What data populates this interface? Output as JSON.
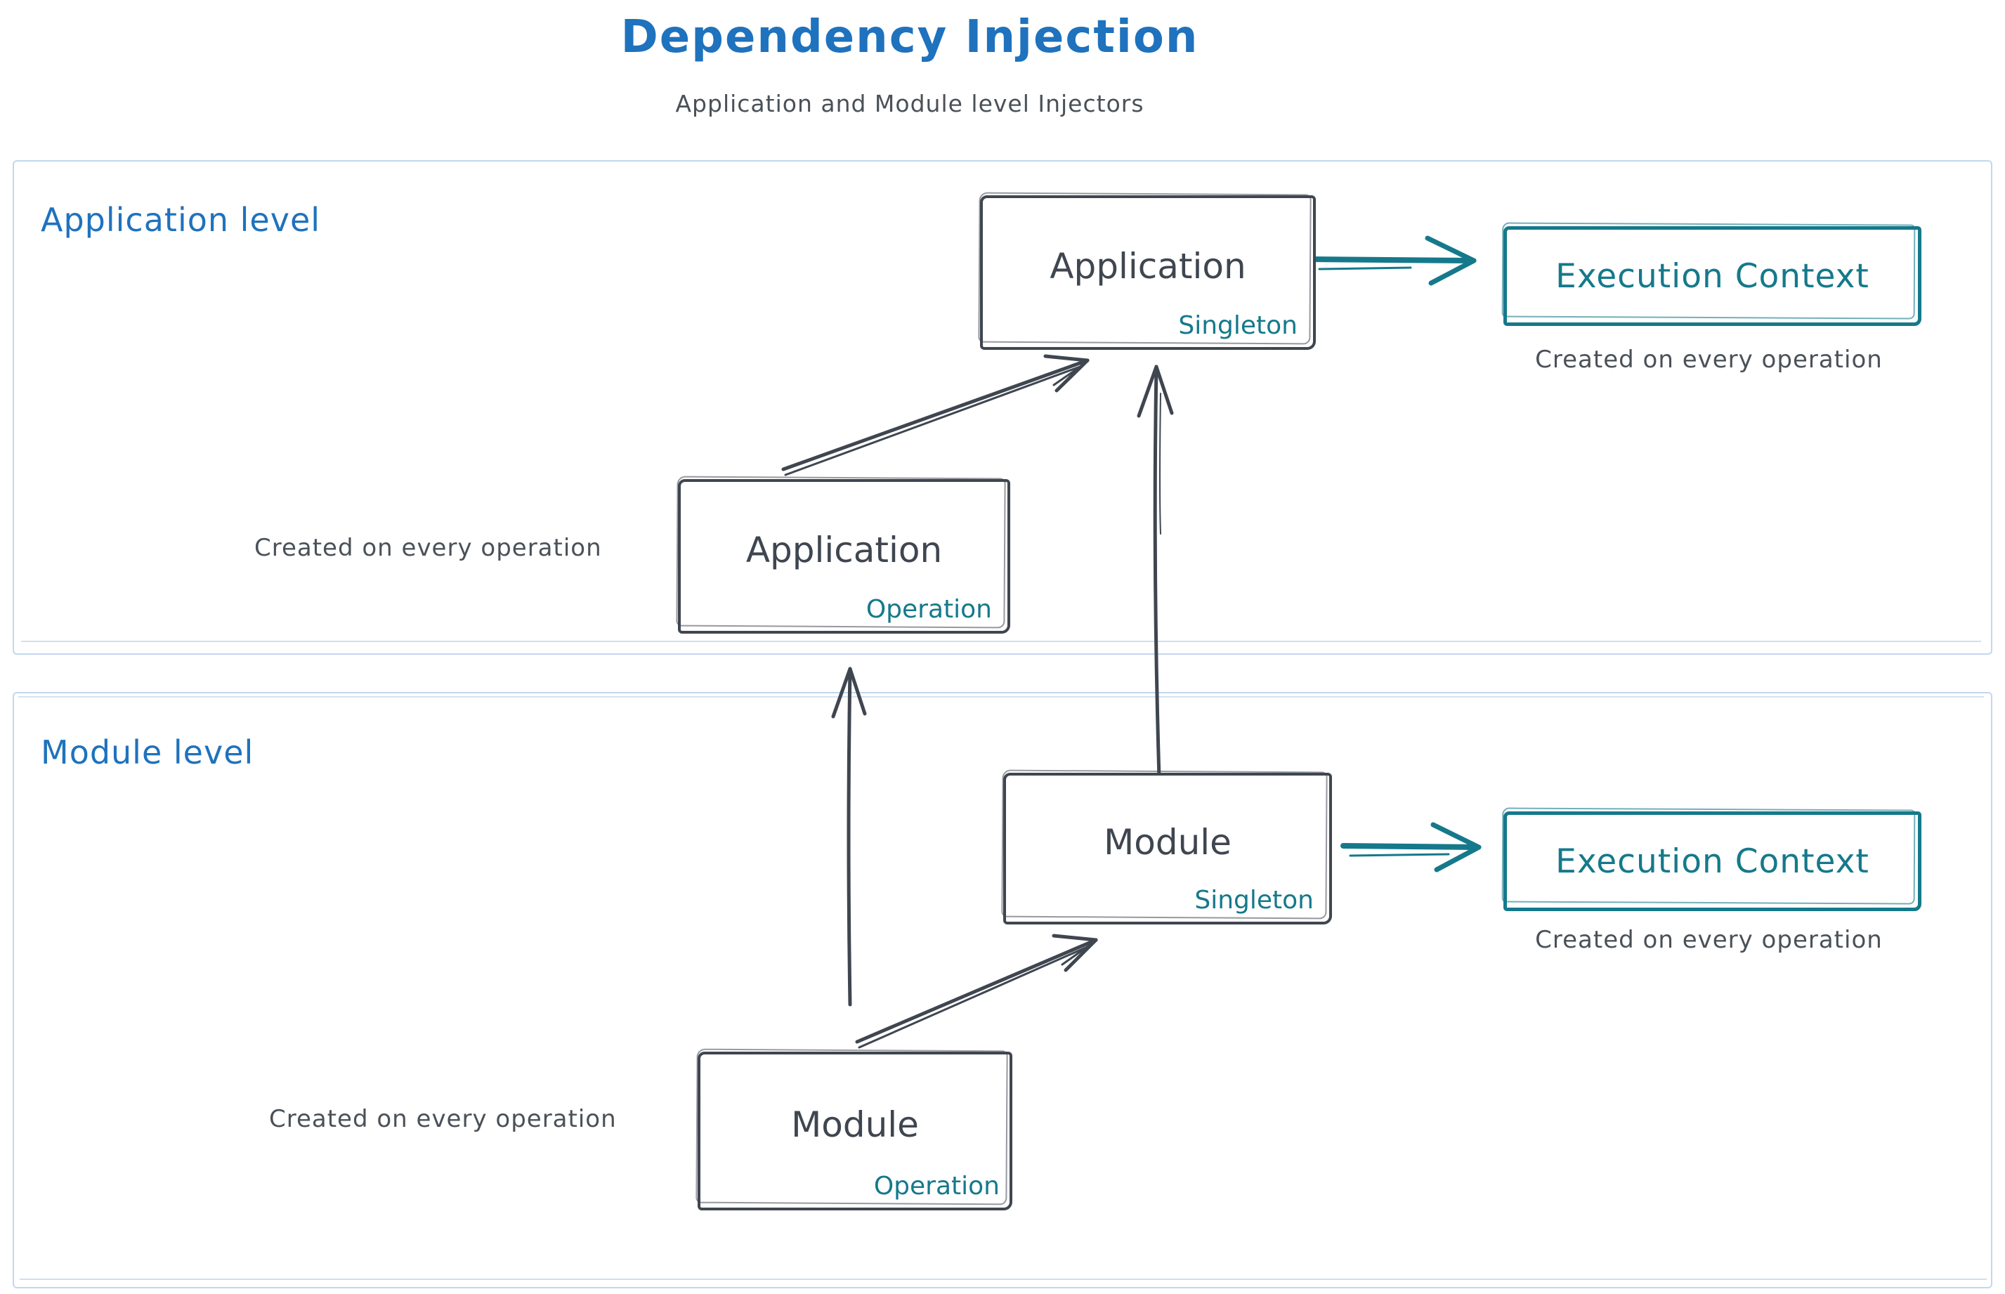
{
  "title": "Dependency Injection",
  "subtitle": "Application and Module level Injectors",
  "palette": {
    "title_blue": "#1f72bd",
    "ink_dark": "#3f4650",
    "teal": "#15798b",
    "caption_gray": "#4a5158",
    "container_border": "#c3d7ee"
  },
  "application_level": {
    "label": "Application level",
    "singleton_box": {
      "name": "Application",
      "scope": "Singleton"
    },
    "operation_box": {
      "name": "Application",
      "scope": "Operation"
    },
    "operation_caption": "Created on every operation",
    "execution_context": {
      "label": "Execution Context",
      "caption": "Created on every operation"
    }
  },
  "module_level": {
    "label": "Module level",
    "singleton_box": {
      "name": "Module",
      "scope": "Singleton"
    },
    "operation_box": {
      "name": "Module",
      "scope": "Operation"
    },
    "operation_caption": "Created on every operation",
    "execution_context": {
      "label": "Execution Context",
      "caption": "Created on every operation"
    }
  }
}
